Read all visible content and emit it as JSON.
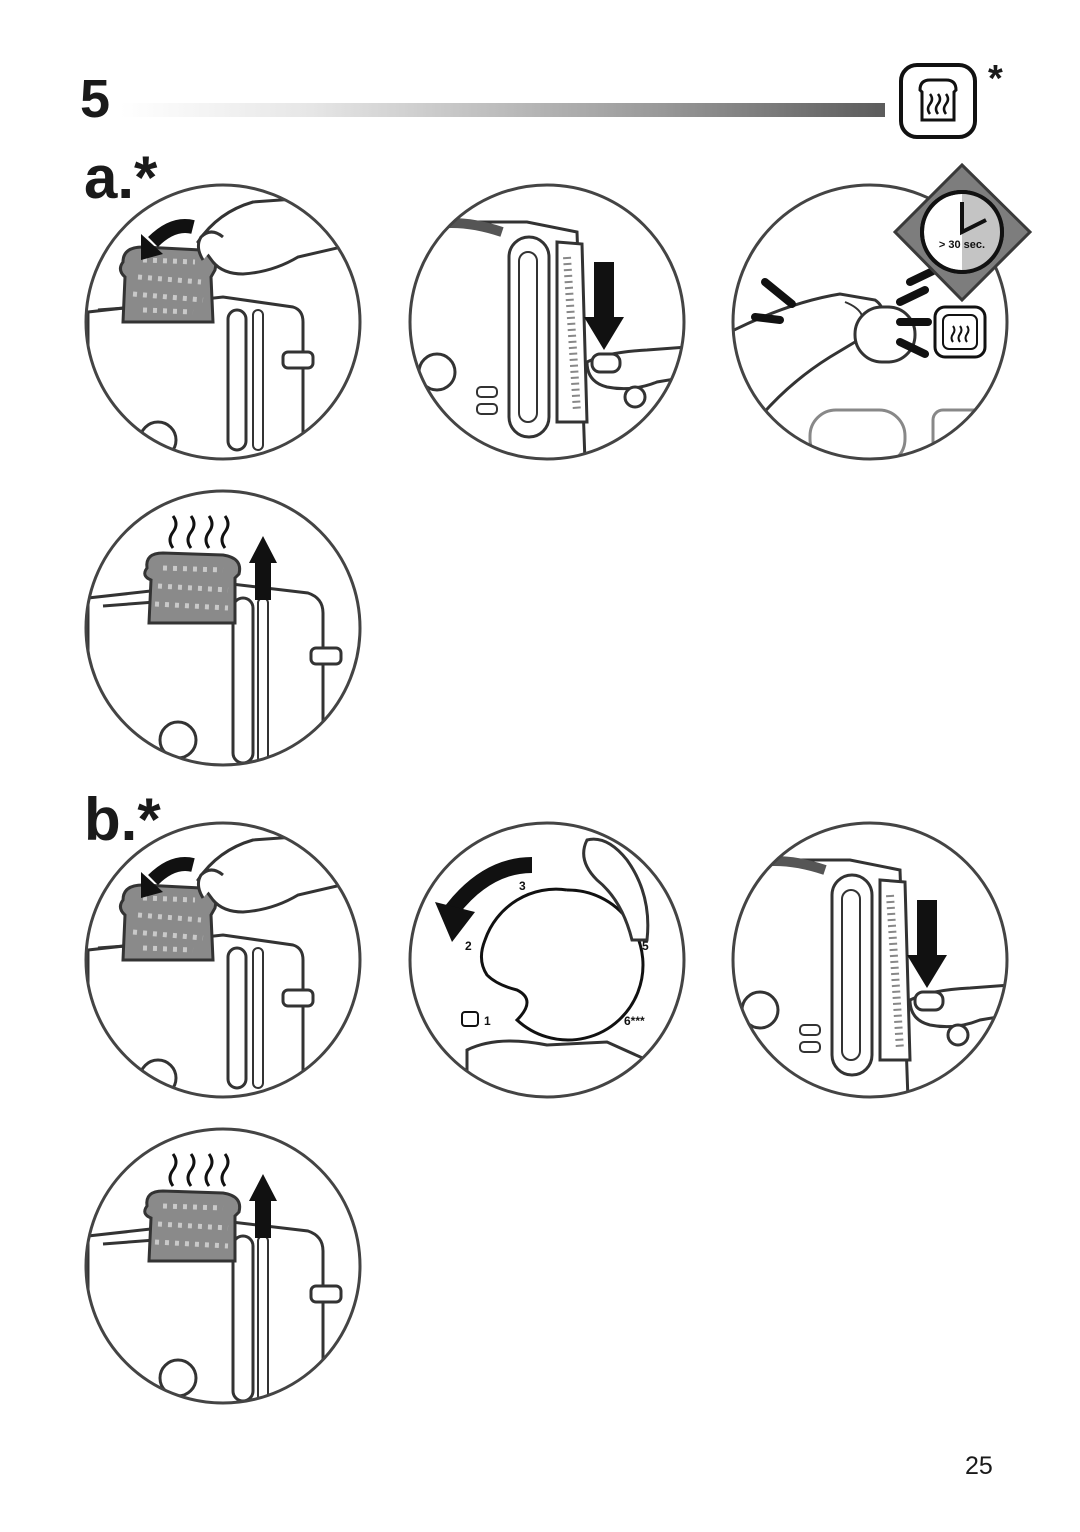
{
  "header": {
    "step_number": "5",
    "mode_asterisk": "*"
  },
  "section_a": {
    "label": "a.*",
    "timer_label": "> 30 sec."
  },
  "section_b": {
    "label": "b.*",
    "dial": {
      "settings": [
        "1",
        "2",
        "3",
        "5",
        "6***"
      ]
    }
  },
  "footer": {
    "page_number": "25"
  },
  "icons": [
    "toast-heat-icon",
    "timer-icon",
    "arrow-down-icon",
    "arrow-up-icon",
    "rotate-arrow-icon",
    "defrost-icon"
  ]
}
